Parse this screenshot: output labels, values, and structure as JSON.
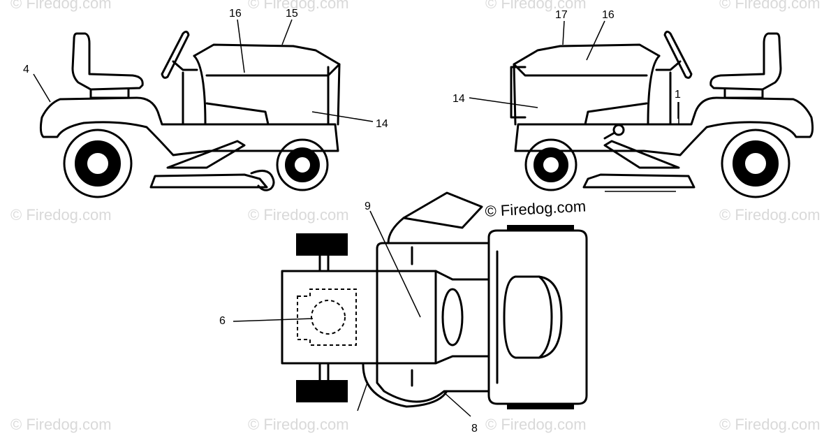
{
  "watermark": {
    "text": "© Firedog.com",
    "prominent_text": "© Firedog.com"
  },
  "callouts": {
    "left_view": {
      "c4": "4",
      "c16": "16",
      "c15": "15",
      "c14": "14"
    },
    "right_view": {
      "c17": "17",
      "c16": "16",
      "c14": "14",
      "c1": "1"
    },
    "top_view": {
      "c9": "9",
      "c6": "6",
      "c8": "8"
    }
  },
  "colors": {
    "ink": "#000000",
    "watermark": "#d9d9d9",
    "background": "#ffffff"
  }
}
